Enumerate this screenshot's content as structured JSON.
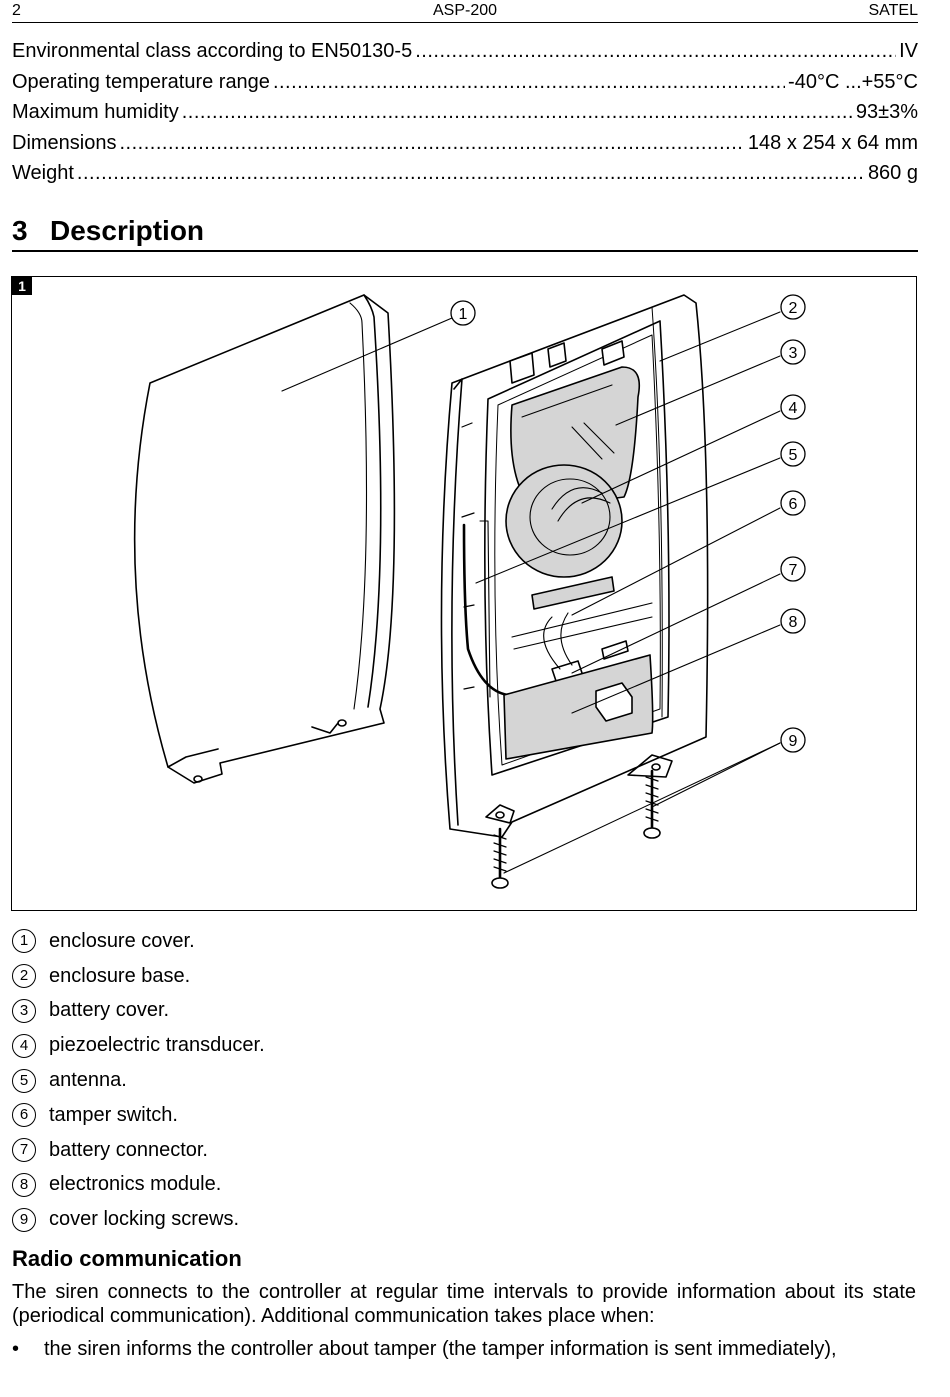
{
  "header": {
    "page_number": "2",
    "doc_title": "ASP-200",
    "brand": "SATEL"
  },
  "specs": [
    {
      "name": "Environmental class according to EN50130-5",
      "value": "IV"
    },
    {
      "name": "Operating temperature range",
      "value": "-40°C ...+55°C"
    },
    {
      "name": "Maximum humidity",
      "value": "93±3%"
    },
    {
      "name": "Dimensions",
      "value": "148 x 254 x 64 mm"
    },
    {
      "name": "Weight",
      "value": "860 g"
    }
  ],
  "section": {
    "number": "3",
    "title": "Description"
  },
  "figure": {
    "badge": "1",
    "callouts": [
      "1",
      "2",
      "3",
      "4",
      "5",
      "6",
      "7",
      "8",
      "9"
    ]
  },
  "legend": [
    {
      "num": "1",
      "text": "enclosure cover."
    },
    {
      "num": "2",
      "text": "enclosure base."
    },
    {
      "num": "3",
      "text": "battery cover."
    },
    {
      "num": "4",
      "text": "piezoelectric transducer."
    },
    {
      "num": "5",
      "text": "antenna."
    },
    {
      "num": "6",
      "text": "tamper switch."
    },
    {
      "num": "7",
      "text": "battery connector."
    },
    {
      "num": "8",
      "text": "electronics module."
    },
    {
      "num": "9",
      "text": "cover locking screws."
    }
  ],
  "radio": {
    "heading": "Radio communication",
    "paragraph": "The siren connects to the controller at regular time intervals to provide information about its state (periodical communication). Additional communication takes place when:",
    "bullet": "the siren informs the controller about tamper (the tamper information is sent immediately),"
  }
}
